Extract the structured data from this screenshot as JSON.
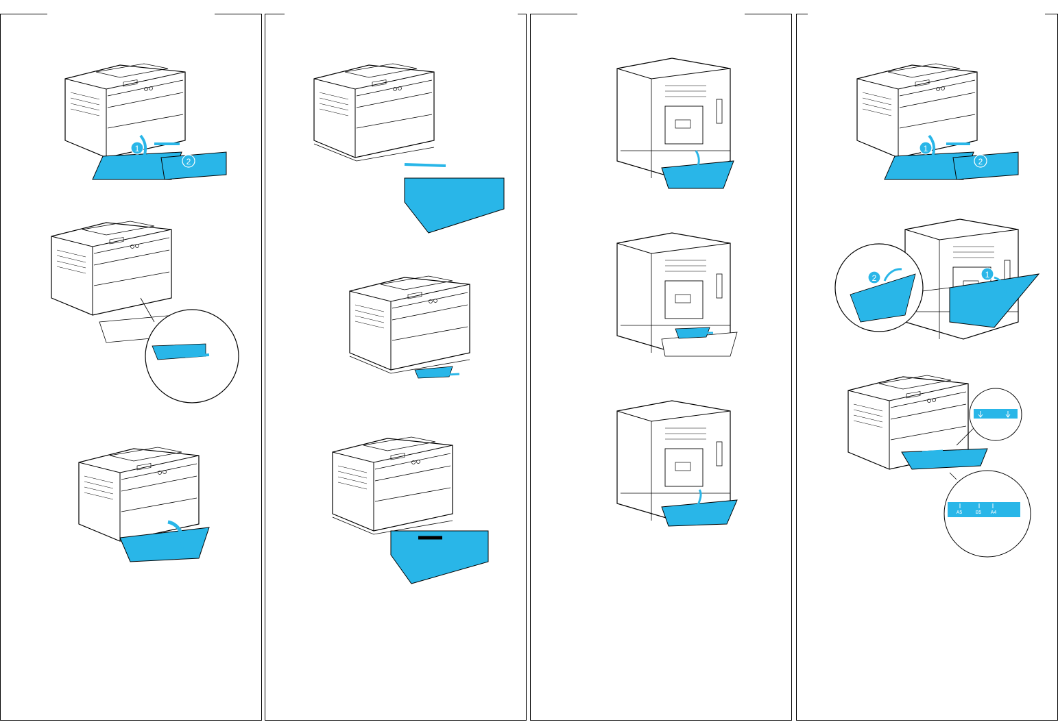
{
  "document": {
    "panels": [
      {
        "id": "panel-1",
        "steps": [
          "open-mp-tray",
          "remove-jammed-paper-mp",
          "close-mp-tray"
        ]
      },
      {
        "id": "panel-2",
        "steps": [
          "pull-out-lower-cassette",
          "remove-jammed-paper-lower",
          "insert-lower-cassette"
        ]
      },
      {
        "id": "panel-3",
        "steps": [
          "open-rear-cover-lower",
          "remove-paper-rear-lower",
          "close-rear-cover-lower"
        ]
      },
      {
        "id": "panel-4",
        "steps": [
          "open-mp-tray-again",
          "open-duplex-unit",
          "load-paper-size-guide"
        ]
      }
    ],
    "callouts": {
      "one": "1",
      "two": "2"
    },
    "paper_size_labels": [
      "A5",
      "B5",
      "A4"
    ],
    "colors": {
      "accent": "#29b6e8",
      "line": "#000000"
    }
  }
}
